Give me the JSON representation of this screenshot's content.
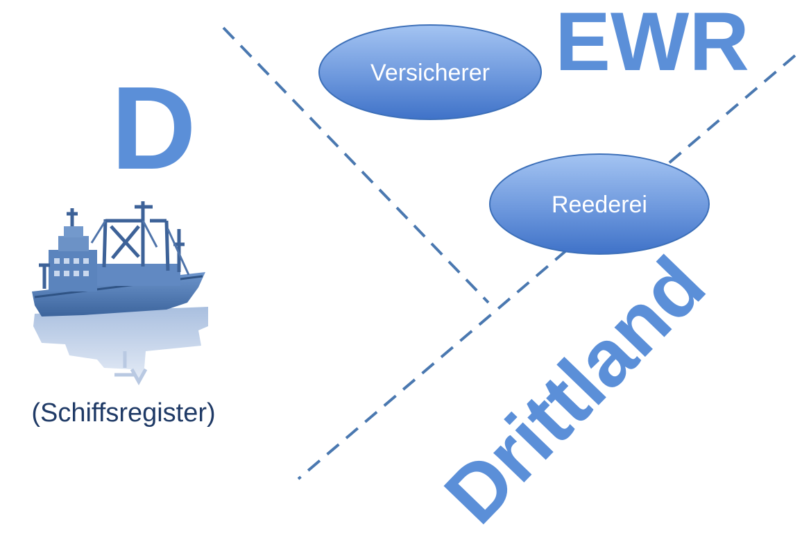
{
  "regions": {
    "domestic": "D",
    "eea": "EWR",
    "third_country": "Drittland"
  },
  "nodes": {
    "insurer": "Versicherer",
    "shipowner": "Reederei"
  },
  "ship": {
    "icon": "cargo-ship-icon",
    "caption": "(Schiffsregister)"
  },
  "colors": {
    "region_text": "#5b8fd8",
    "divider": "#4a78b0",
    "node_fill_top": "#9dbff0",
    "node_fill_bottom": "#3f72c8",
    "node_border": "#3c6fb8",
    "caption_text": "#1f3a66",
    "ship_hull": "#4f79b3"
  }
}
